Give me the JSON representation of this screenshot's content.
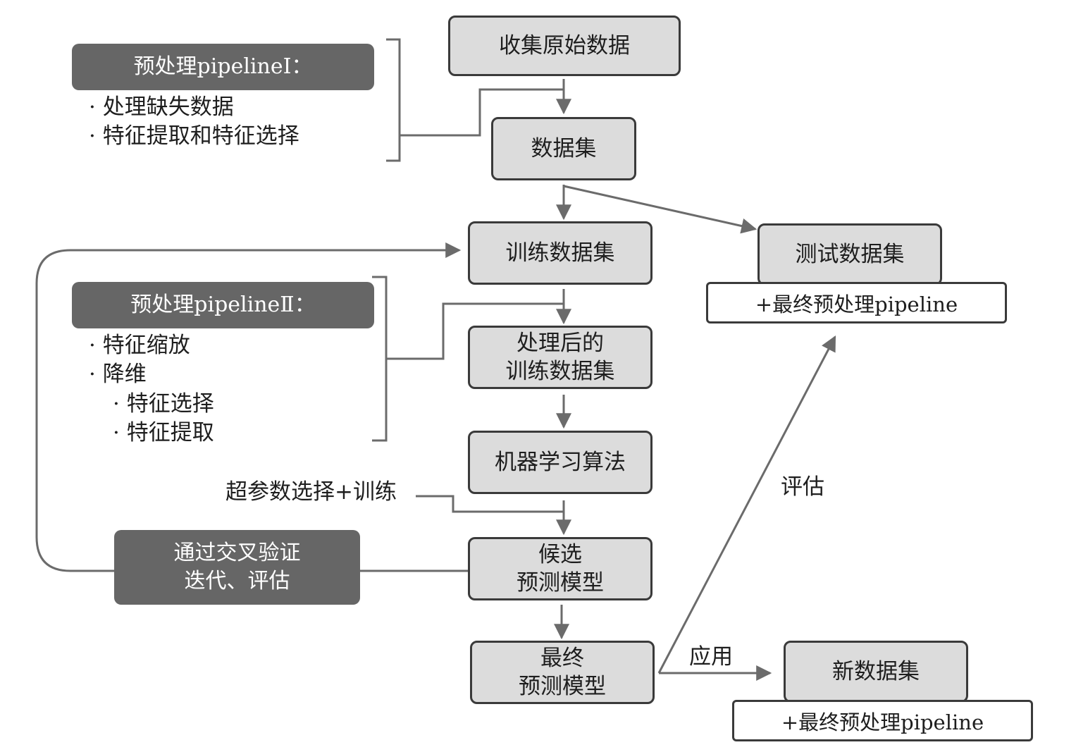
{
  "nodes": {
    "collect_raw": "收集原始数据",
    "dataset": "数据集",
    "train_set": "训练数据集",
    "test_set": "测试数据集",
    "processed_train": "处理后的\n训练数据集",
    "ml_algorithm": "机器学习算法",
    "candidate_model": "候选\n预测模型",
    "final_model": "最终\n预测模型",
    "new_dataset": "新数据集"
  },
  "pipeline1": {
    "title": "预处理pipelineⅠ：",
    "items": [
      "· 处理缺失数据",
      "· 特征提取和特征选择"
    ]
  },
  "pipeline2": {
    "title": "预处理pipelineⅡ：",
    "items": [
      "· 特征缩放",
      "· 降维",
      "· 特征选择",
      "· 特征提取"
    ]
  },
  "labels": {
    "hyperparam": "超参数选择+训练",
    "cross_validation": "通过交叉验证\n迭代、评估",
    "evaluate": "评估",
    "apply": "应用",
    "test_pipeline": "+最终预处理pipeline",
    "new_pipeline": "+最终预处理pipeline"
  },
  "colors": {
    "node_fill": "#dcdcdc",
    "dark_fill": "#666666",
    "line": "#6b6b6b"
  }
}
